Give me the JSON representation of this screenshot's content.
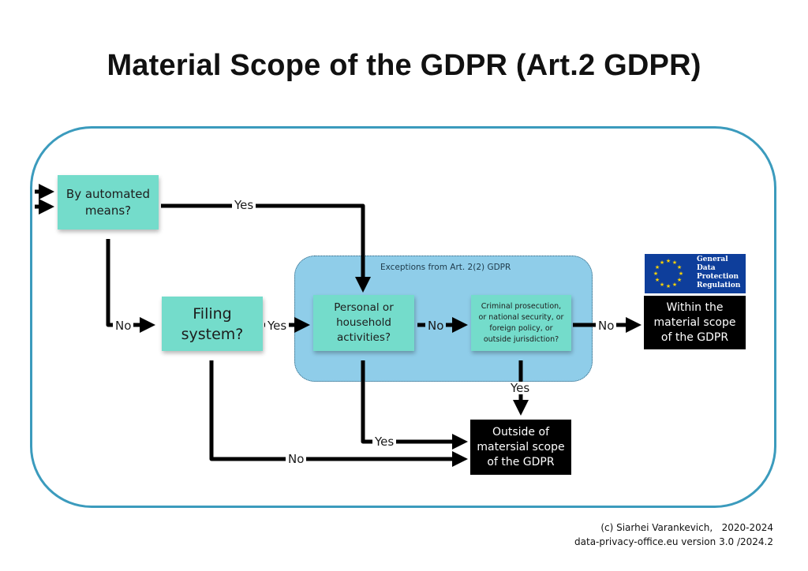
{
  "title": "Material Scope of the GDPR (Art.2 GDPR)",
  "nodes": {
    "automated": [
      "By automated",
      "means?"
    ],
    "filing": [
      "Filing",
      "system?"
    ],
    "personal": [
      "Personal or",
      "household",
      "activities?"
    ],
    "criminal": [
      "Criminal prosecution,",
      "or national security, or",
      "foreign policy, or",
      "outside jurisdiction?"
    ],
    "within": [
      "Within the",
      "material scope",
      "of the GDPR"
    ],
    "outside": [
      "Outside of",
      "matersial scope",
      "of the GDPR"
    ]
  },
  "exceptions_label": "Exceptions from Art. 2(2) GDPR",
  "edge_labels": {
    "automated_yes": "Yes",
    "automated_no": "No",
    "filing_yes": "Yes",
    "filing_no": "No",
    "personal_no": "No",
    "personal_yes": "Yes",
    "criminal_no": "No",
    "criminal_yes": "Yes"
  },
  "eu_logo": {
    "icon": "eu-flag-icon",
    "lines": [
      "General",
      "Data",
      "Protection",
      "Regulation"
    ],
    "colors": {
      "flag": "#0e3e9b",
      "stars": "#ffd400"
    }
  },
  "footer": {
    "line1": "(c) Siarhei Varankevich,   2020-2024",
    "line2": "data-privacy-office.eu version 3.0 /2024.2"
  },
  "colors": {
    "frame": "#3b9bbd",
    "exceptions_bg": "#8fcde9",
    "note": "#74dccb",
    "result_bg": "#000000"
  }
}
